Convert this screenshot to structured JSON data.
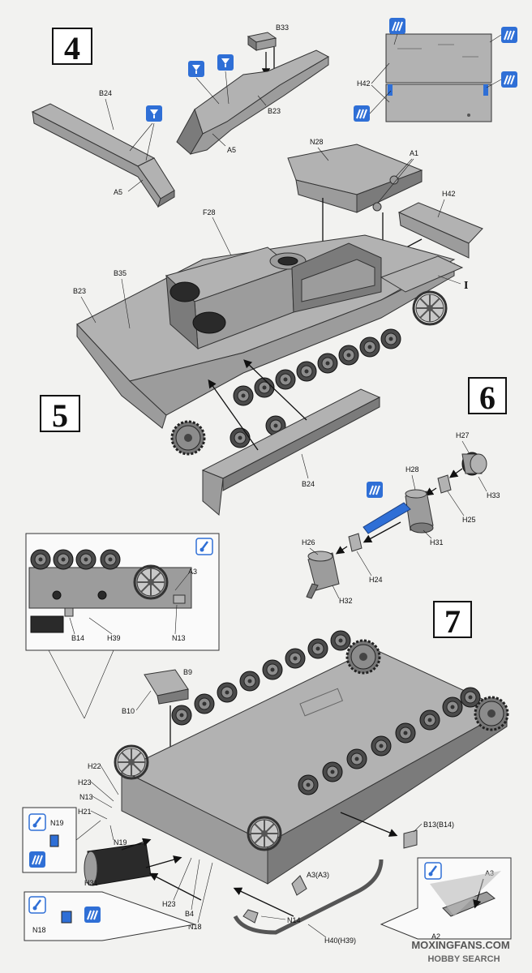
{
  "steps": [
    "4",
    "5",
    "6",
    "7"
  ],
  "labels": {
    "B33": "B33",
    "B24": "B24",
    "B23": "B23",
    "A5": "A5",
    "H42": "H42",
    "N28": "N28",
    "A1": "A1",
    "F28": "F28",
    "B35": "B35",
    "I": "I",
    "H27": "H27",
    "H28": "H28",
    "H33": "H33",
    "H25": "H25",
    "H26": "H26",
    "H31": "H31",
    "H24": "H24",
    "H32": "H32",
    "A3": "A3",
    "B14": "B14",
    "H39": "H39",
    "N13": "N13",
    "B9": "B9",
    "B10": "B10",
    "H22": "H22",
    "H23": "H23",
    "H21": "H21",
    "N19": "N19",
    "B13B14": "B13(B14)",
    "A3A3": "A3(A3)",
    "B4": "B4",
    "N18": "N18",
    "N14": "N14",
    "H40H39": "H40(H39)",
    "A2": "A2"
  },
  "icons": {
    "glue": "glue-icon",
    "paint": "paint-stripes-icon",
    "brush": "brush-icon",
    "accent_color": "#2f6fd6"
  },
  "watermark": {
    "line1": "MOXINGFANS.COM",
    "line2": "HOBBY SEARCH"
  }
}
